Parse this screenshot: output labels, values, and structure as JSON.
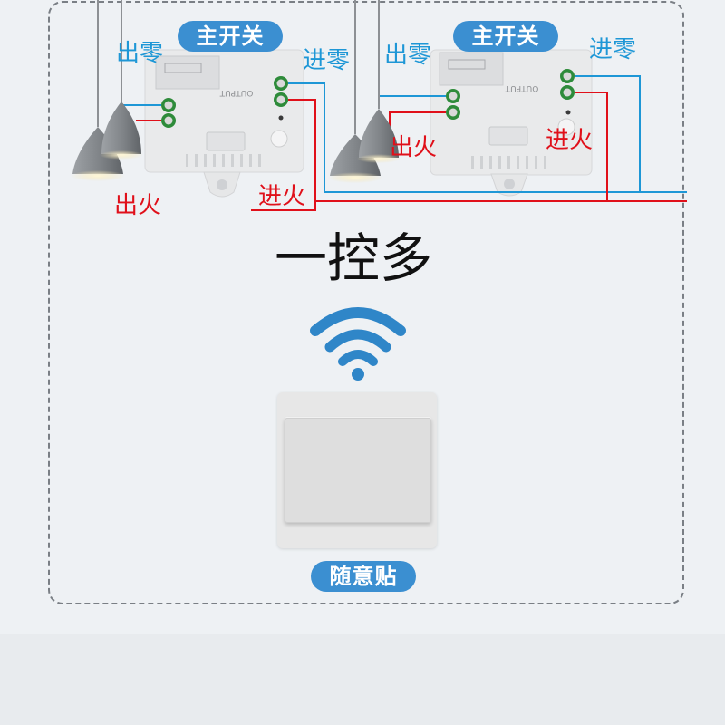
{
  "switch_left": {
    "title": "主开关",
    "neutral_out": "出零",
    "neutral_in": "进零",
    "live_out": "出火",
    "live_in": "进火"
  },
  "switch_right": {
    "title": "主开关",
    "neutral_out": "出零",
    "neutral_in": "进零",
    "live_out": "出火",
    "live_in": "进火"
  },
  "headline": "一控多",
  "wall_switch_label": "随意贴",
  "module_label": "OUTPUT",
  "colors": {
    "neutral": "#1e97d6",
    "live": "#e0101a",
    "badge": "#3b8fd1",
    "terminal": "#2e8b3a"
  },
  "icons": [
    "wifi-icon",
    "pendant-lamp-icon",
    "terminal-screw-icon"
  ]
}
